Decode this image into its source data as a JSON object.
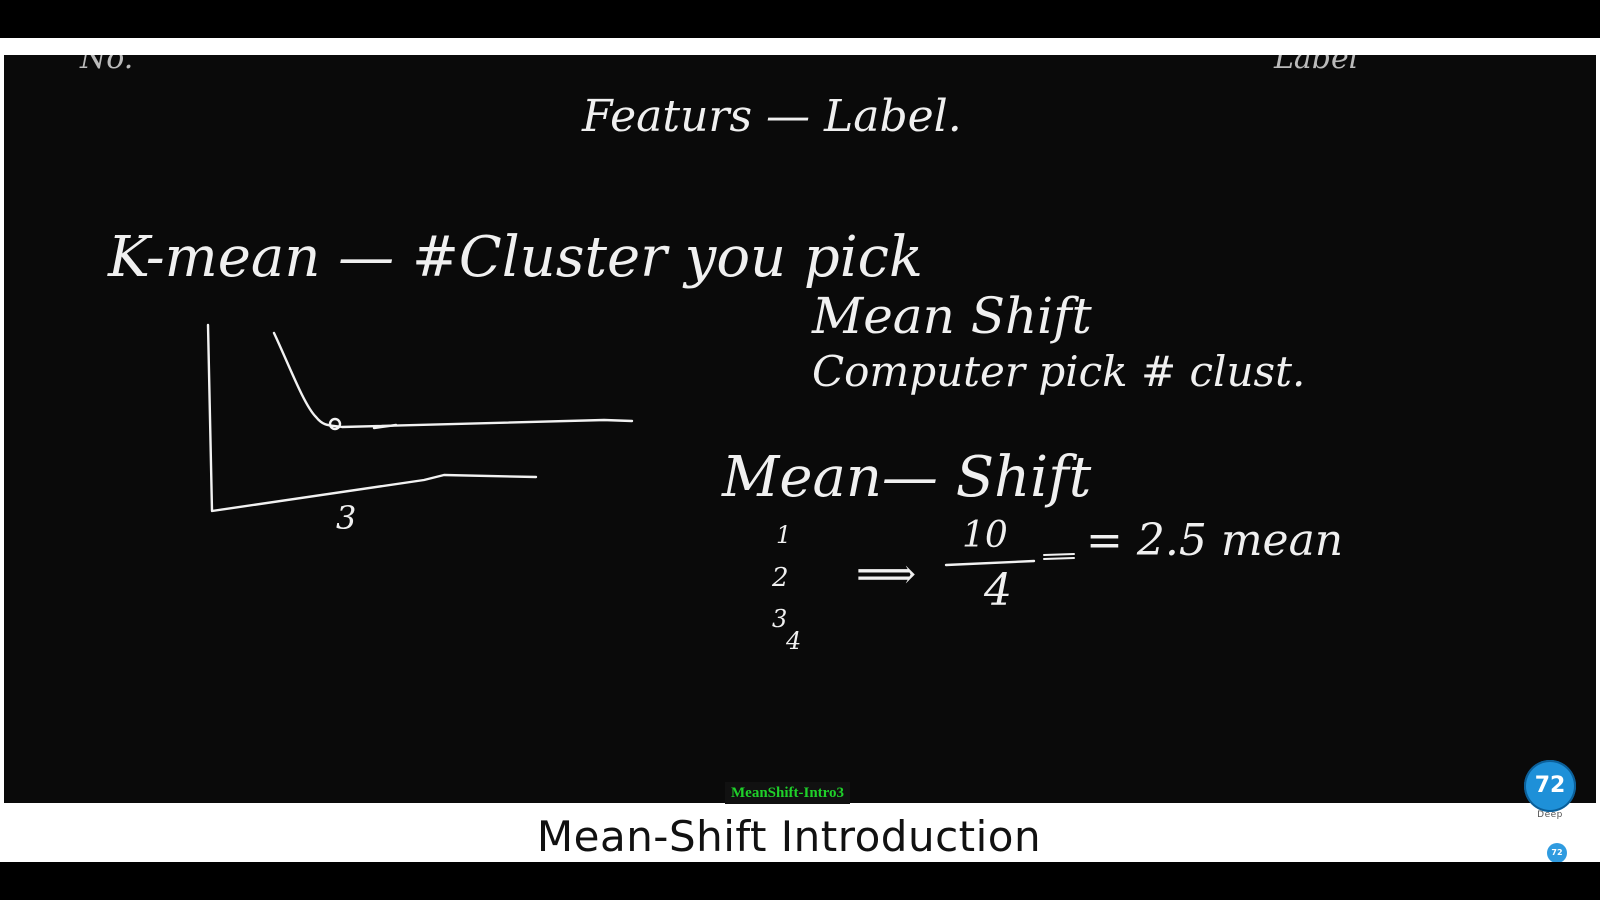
{
  "video": {
    "caption": "Mean-Shift Introduction",
    "file_tag": "MeanShift-Intro3",
    "logo": {
      "text": "72",
      "subtext": "Deep"
    },
    "mini_logo": "72"
  },
  "board": {
    "top_partial_left": "No.",
    "top_partial_right": "Label",
    "heading": "Featurs — Label.",
    "kmeans_line": "K-mean — #Cluster you pick",
    "elbow_label": "3",
    "meanshift_title": "Mean Shift",
    "meanshift_subtitle": "Computer pick # clust.",
    "meanshift_heading2": "Mean— Shift",
    "numbers": [
      "1",
      "2",
      "3",
      "4"
    ],
    "implies": "⟹",
    "fraction_num": "10",
    "fraction_den": "4",
    "result": "= 2.5 mean"
  },
  "colors": {
    "board": "#0a0a0a",
    "ink": "#f2f2f2",
    "file_tag_text": "#1fd12a",
    "logo": "#1e90d8"
  }
}
